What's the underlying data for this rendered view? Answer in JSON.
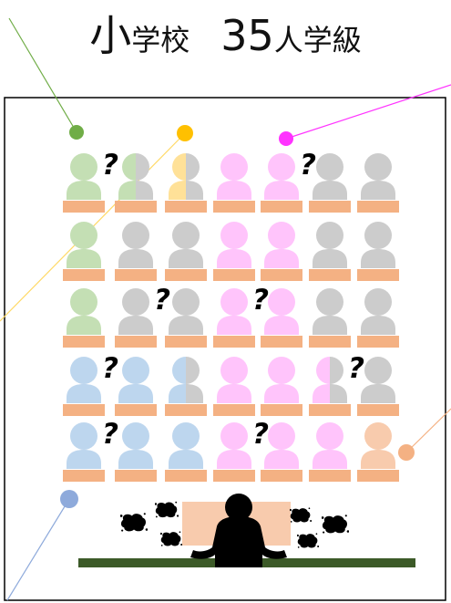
{
  "title": {
    "part1_big": "小",
    "part1_small": "学校",
    "part2_big": "35",
    "part2_small": "人学級"
  },
  "colors": {
    "green": "#c4dfb4",
    "gray": "#cccccc",
    "yellow": "#ffe198",
    "pink": "#ffc4fb",
    "blue": "#bdd6ee",
    "peach": "#f8cbad",
    "desk": "#f4b183",
    "floor": "#3c5a28",
    "teacher_desk": "#f8cbad",
    "teacher": "#000000",
    "dot_green": "#70ad47",
    "dot_yellow": "#ffc000",
    "dot_magenta": "#ff33ff",
    "dot_blue": "#8eaadb",
    "dot_orange": "#f4b183"
  },
  "seat_colors": [
    [
      "green",
      "green|gray",
      "yellow|gray",
      "pink",
      "pink",
      "gray",
      "gray"
    ],
    [
      "green",
      "gray",
      "gray",
      "pink",
      "pink",
      "gray",
      "gray"
    ],
    [
      "green",
      "gray",
      "gray",
      "pink",
      "pink",
      "gray",
      "gray"
    ],
    [
      "blue",
      "blue",
      "blue|gray",
      "pink",
      "pink",
      "pink|gray",
      "gray"
    ],
    [
      "blue",
      "blue",
      "blue",
      "pink",
      "pink",
      "pink",
      "peach"
    ]
  ],
  "question_marks": [
    {
      "row": 0,
      "col": 0,
      "text": "?"
    },
    {
      "row": 0,
      "col": 4,
      "text": "?"
    },
    {
      "row": 2,
      "col": 1,
      "text": "?"
    },
    {
      "row": 2,
      "col": 3,
      "text": "?"
    },
    {
      "row": 3,
      "col": 0,
      "text": "?"
    },
    {
      "row": 3,
      "col": 5,
      "text": "?"
    },
    {
      "row": 4,
      "col": 0,
      "text": "?"
    },
    {
      "row": 4,
      "col": 3,
      "text": "?"
    }
  ],
  "icons": {
    "person": "person-icon",
    "teacher": "teacher-icon",
    "question": "question-mark-icon",
    "splat": "ink-splat-icon"
  }
}
